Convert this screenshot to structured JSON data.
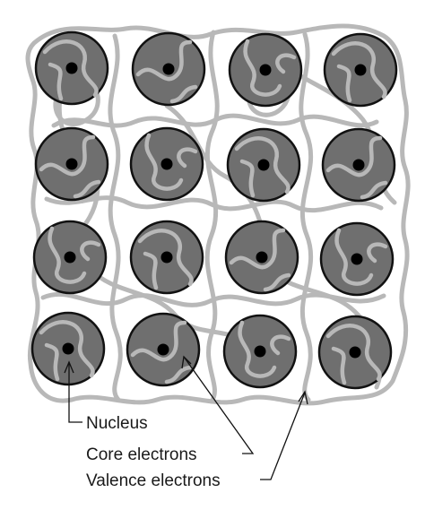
{
  "diagram": {
    "labels": {
      "nucleus": "Nucleus",
      "core_electrons": "Core electrons",
      "valence_electrons": "Valence electrons"
    },
    "lattice": {
      "rows": 4,
      "columns": 4
    },
    "colors": {
      "ion_core_fill": "#6f6f6f",
      "ion_outline": "#111111",
      "nucleus": "#000000",
      "electron_sea": "#b8b8b8",
      "background": "#ffffff",
      "label_text": "#1a1a1a"
    }
  }
}
